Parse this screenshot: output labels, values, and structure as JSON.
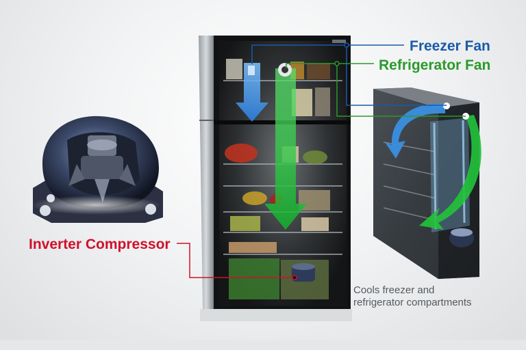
{
  "labels": {
    "freezer_fan": "Freezer Fan",
    "refrigerator_fan": "Refrigerator Fan",
    "inverter_compressor": "Inverter Compressor"
  },
  "caption": {
    "line1": "Cools freezer and",
    "line2": "refrigerator compartments"
  },
  "colors": {
    "freezer_line": "#1a5aa8",
    "refrigerator_line": "#2a9a2a",
    "compressor_line": "#d0102a",
    "blue_arrow": "#3a8fe0",
    "green_arrow": "#22c13a"
  }
}
